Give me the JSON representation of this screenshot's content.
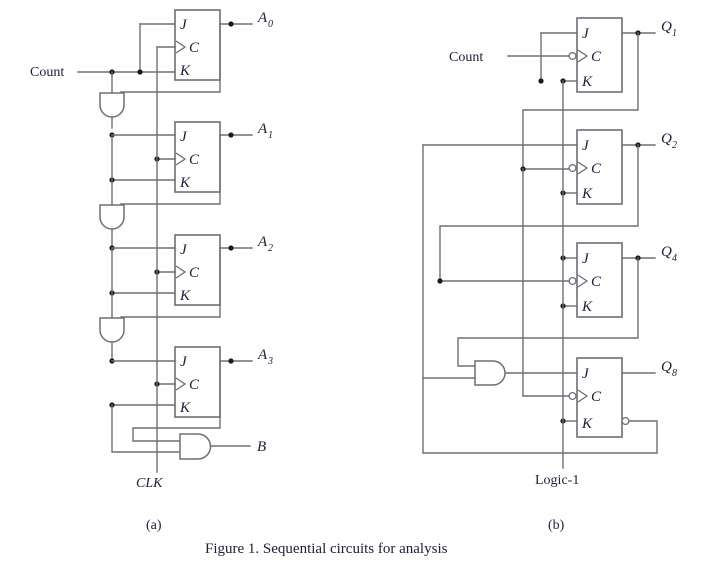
{
  "figure": {
    "caption": "Figure 1. Sequential circuits for analysis",
    "sub_a": "(a)",
    "sub_b": "(b)",
    "line_color": "#6e6e78",
    "text_color": "#20203a",
    "background": "#ffffff"
  },
  "circuit_a": {
    "input_label": "Count",
    "clock_label": "CLK",
    "and_output_label": "B",
    "flipflops": [
      {
        "pins": {
          "j": "J",
          "c": "C",
          "k": "K"
        },
        "output": "A",
        "sub": "0"
      },
      {
        "pins": {
          "j": "J",
          "c": "C",
          "k": "K"
        },
        "output": "A",
        "sub": "1"
      },
      {
        "pins": {
          "j": "J",
          "c": "C",
          "k": "K"
        },
        "output": "A",
        "sub": "2"
      },
      {
        "pins": {
          "j": "J",
          "c": "C",
          "k": "K"
        },
        "output": "A",
        "sub": "3"
      }
    ],
    "gates": [
      "and-gate-1",
      "and-gate-2",
      "and-gate-3",
      "and-gate-b"
    ]
  },
  "circuit_b": {
    "input_label": "Count",
    "logic_label": "Logic-1",
    "flipflops": [
      {
        "pins": {
          "j": "J",
          "c": "C",
          "k": "K"
        },
        "output": "Q",
        "sub": "1"
      },
      {
        "pins": {
          "j": "J",
          "c": "C",
          "k": "K"
        },
        "output": "Q",
        "sub": "2"
      },
      {
        "pins": {
          "j": "J",
          "c": "C",
          "k": "K"
        },
        "output": "Q",
        "sub": "4"
      },
      {
        "pins": {
          "j": "J",
          "c": "C",
          "k": "K"
        },
        "output": "Q",
        "sub": "8"
      }
    ],
    "gates": [
      "and-gate-b1"
    ]
  }
}
